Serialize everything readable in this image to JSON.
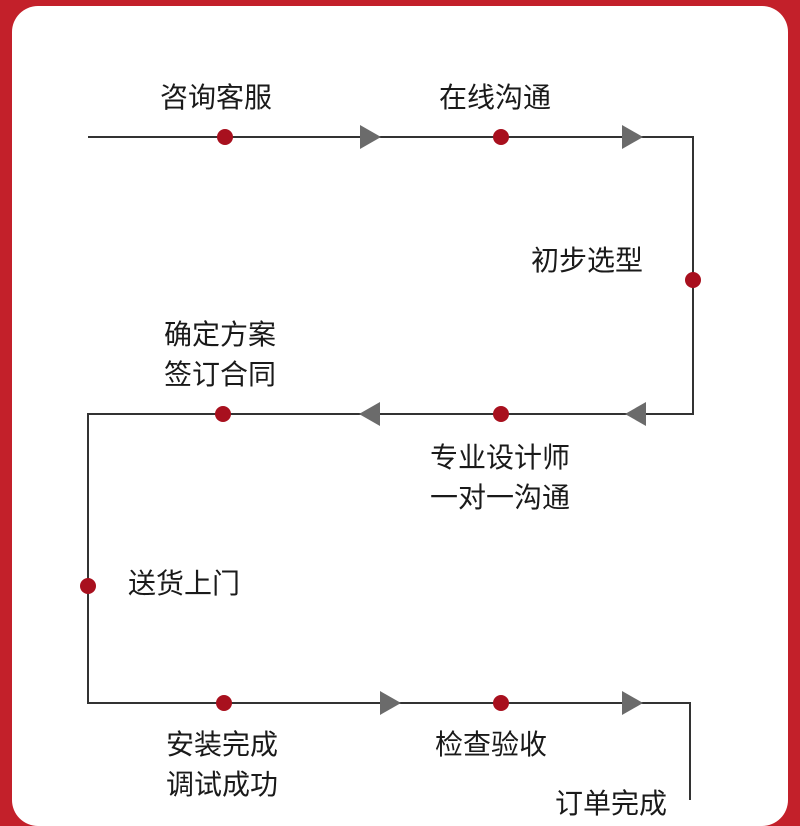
{
  "steps": {
    "consult": "咨询客服",
    "online": "在线沟通",
    "preselect": "初步选型",
    "designer_1": "专业设计师",
    "designer_2": "一对一沟通",
    "confirm_1": "确定方案",
    "confirm_2": "签订合同",
    "deliver": "送货上门",
    "install_1": "安装完成",
    "install_2": "调试成功",
    "inspect": "检查验收",
    "complete": "订单完成"
  },
  "colors": {
    "frame": "#c3202a",
    "line": "#333333",
    "dot": "#a8101e",
    "arrow": "#6b6b6b"
  }
}
